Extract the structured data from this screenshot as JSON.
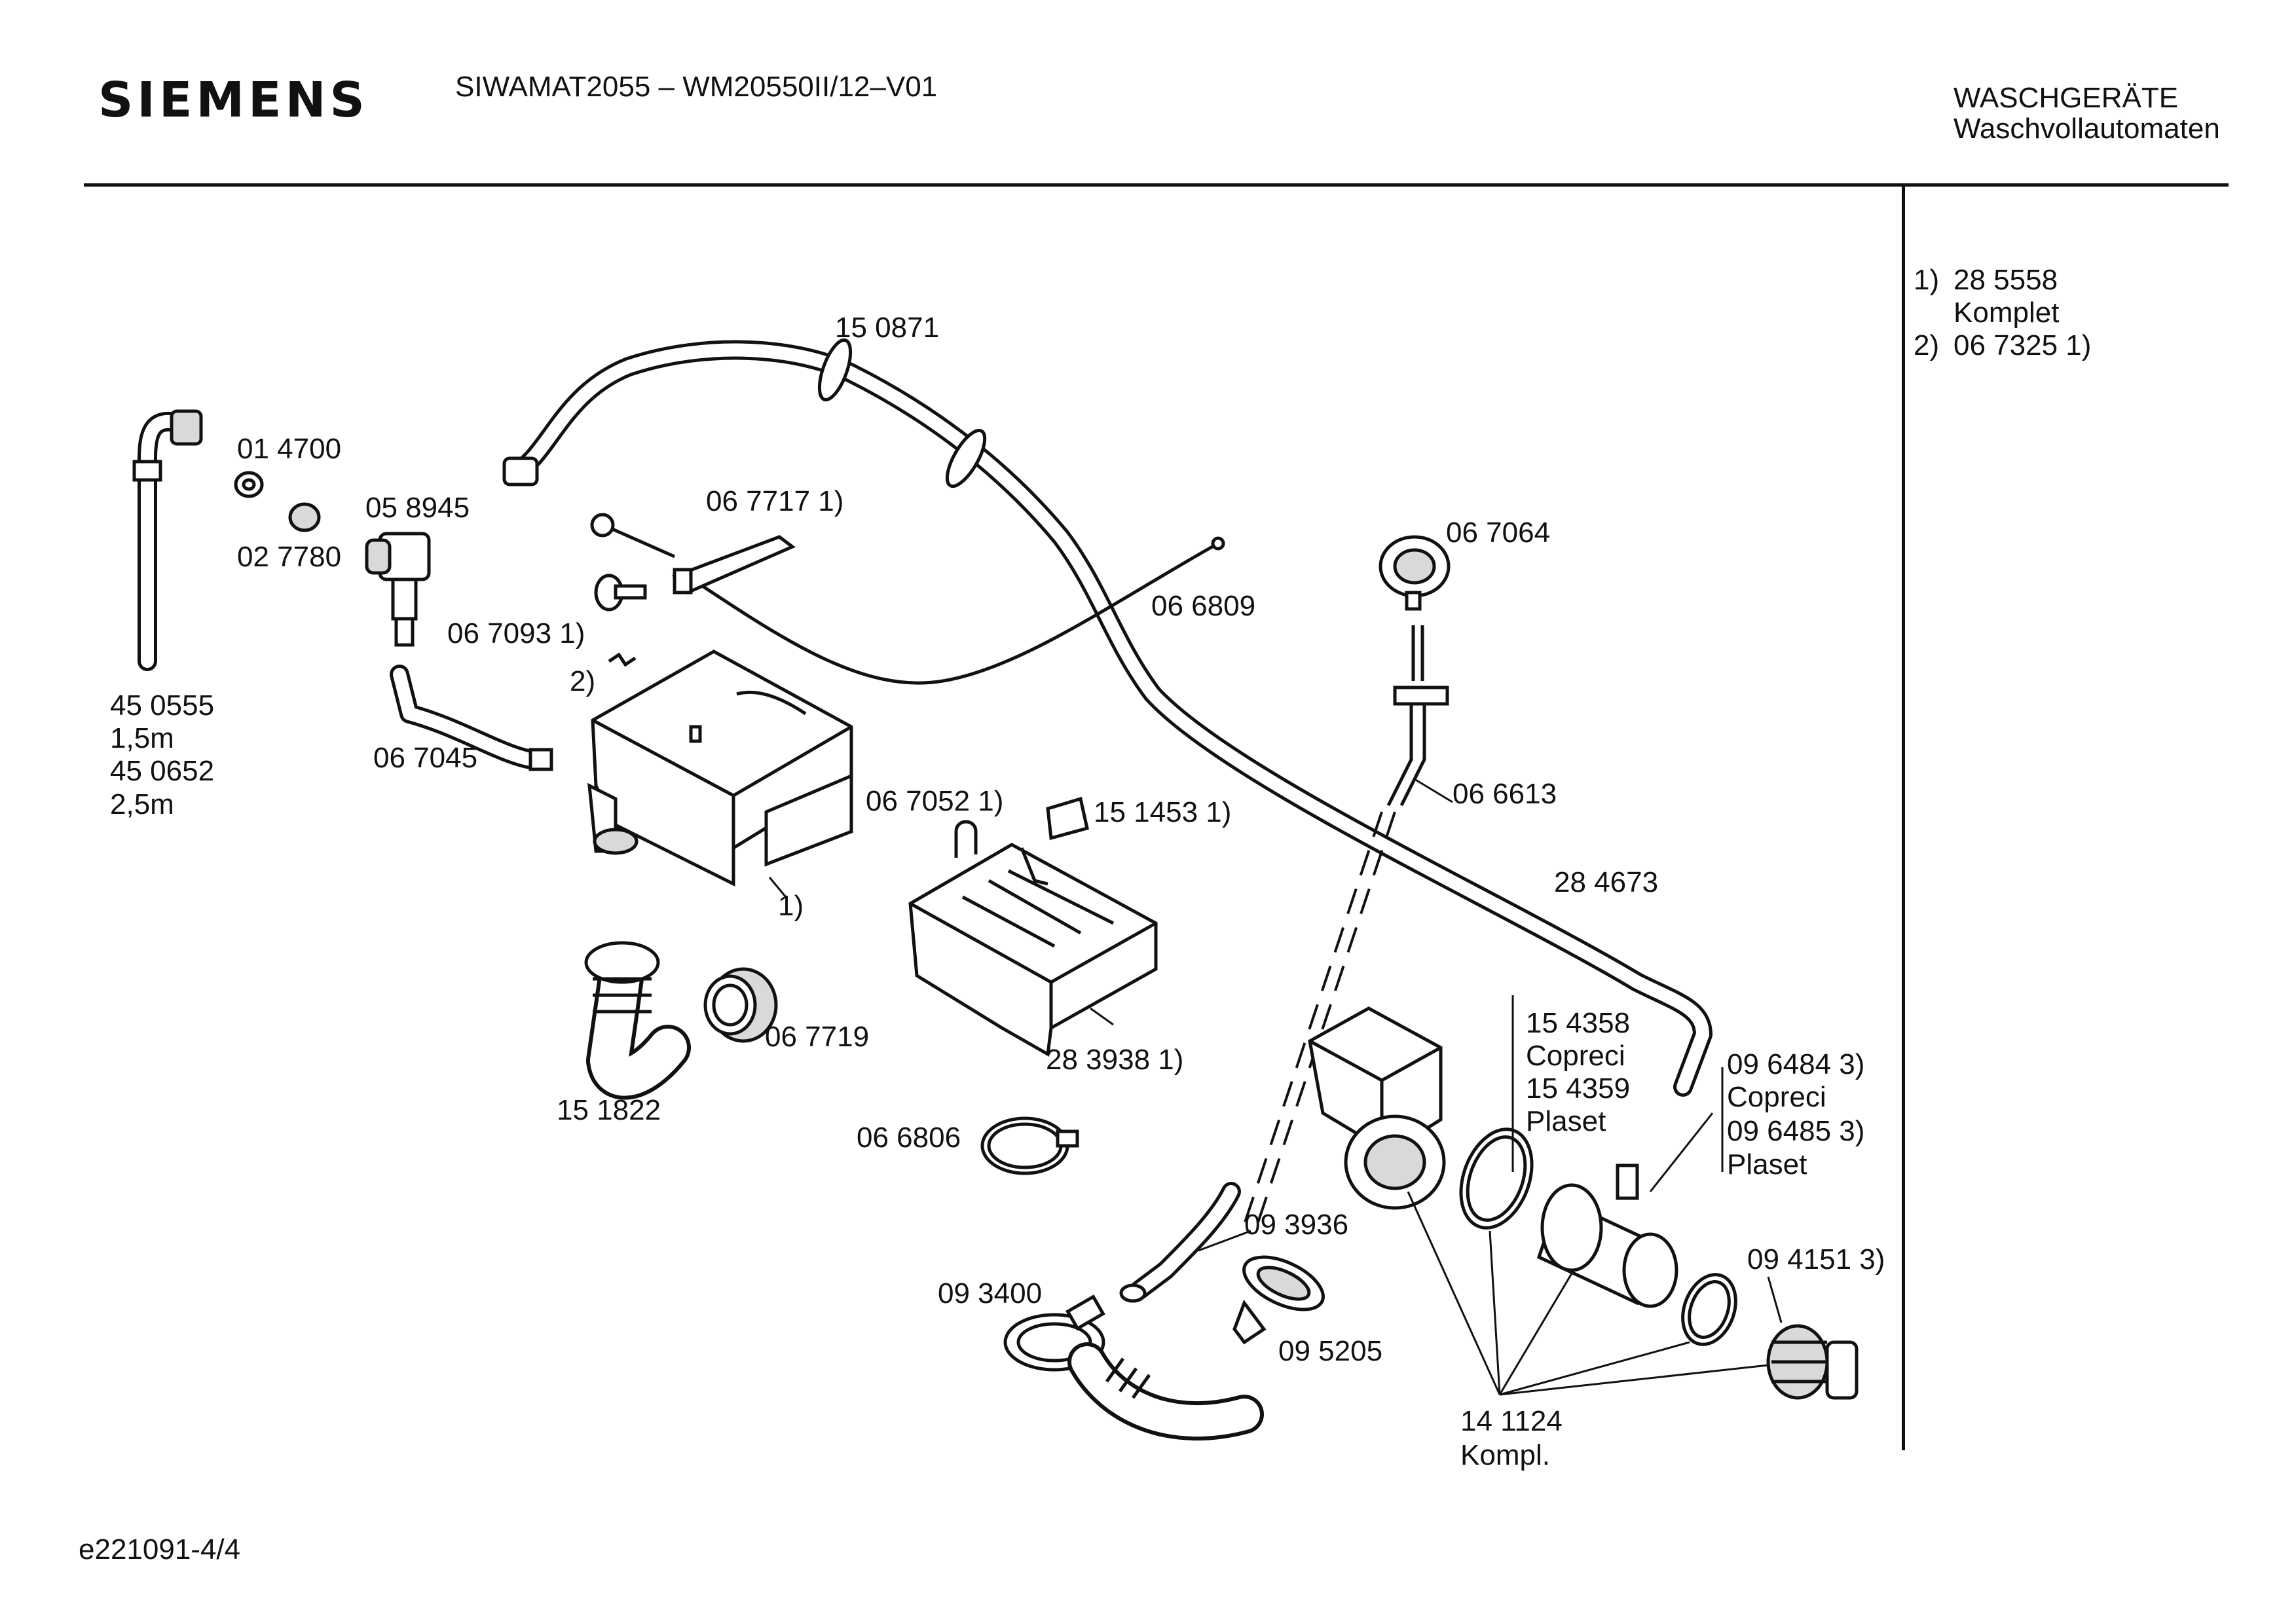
{
  "header": {
    "brand": "SIEMENS",
    "model": "SIWAMAT2055 – WM20550II/12–V01",
    "category_line1": "WASCHGERÄTE",
    "category_line2": "Waschvollautomaten"
  },
  "footnotes": [
    {
      "marker": "1)",
      "text": "28 5558"
    },
    {
      "marker": "",
      "text": "Komplet"
    },
    {
      "marker": "2)",
      "text": "06 7325 1)"
    }
  ],
  "callouts": {
    "p150871": "15 0871",
    "p014700": "01 4700",
    "p058945": "05 8945",
    "p027780": "02 7780",
    "p067717": "06 7717  1)",
    "p067093": "06 7093  1)",
    "p2": "2)",
    "p066809": "06 6809",
    "p067064": "06 7064",
    "p450555": "45 0555",
    "p15m": "1,5m",
    "p450652": "45 0652",
    "p25m": "2,5m",
    "p067045": "06 7045",
    "p067052": "06 7052  1)",
    "p151453": "15 1453  1)",
    "p066613": "06 6613",
    "p1box": "1)",
    "p284673": "28 4673",
    "p067719": "06 7719",
    "p283938": "28 3938  1)",
    "p151822": "15 1822",
    "p154358": "15 4358",
    "p_copreci1": "Copreci",
    "p154359": "15 4359",
    "p_plaset1": "Plaset",
    "p096484": "09 6484 3)",
    "p_copreci2": "Copreci",
    "p096485": "09 6485 3)",
    "p_plaset2": "Plaset",
    "p066806": "06 6806",
    "p093936": "09 3936",
    "p094151": "09 4151 3)",
    "p093400": "09 3400",
    "p095205": "09 5205",
    "p141124": "14 1124",
    "p_kompl": "Kompl."
  },
  "doc_ref": "e221091-4/4"
}
